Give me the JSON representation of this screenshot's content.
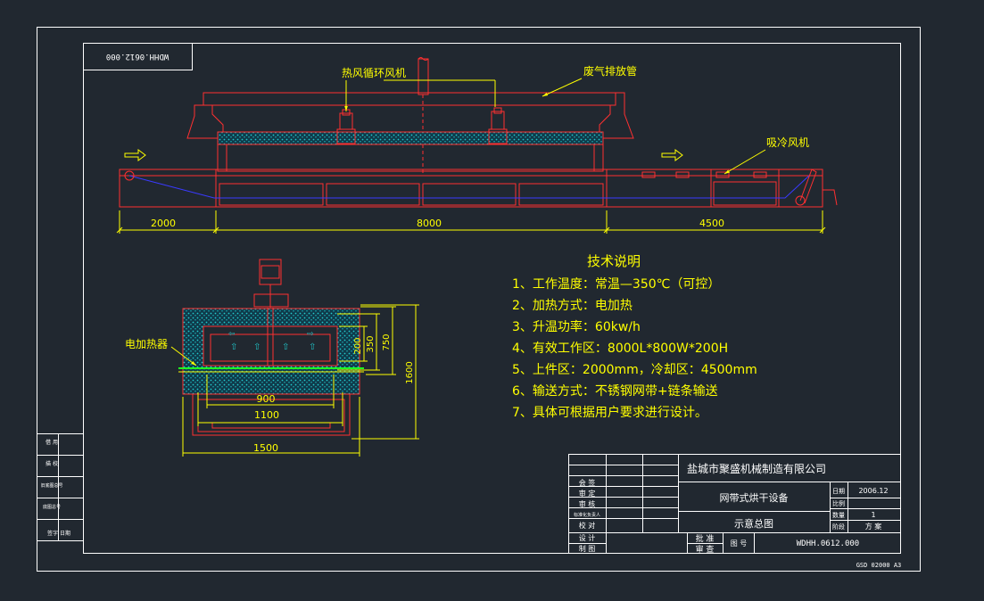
{
  "colors": {
    "background": "#212830",
    "frame": "#ffffff",
    "duct": "#ff2020",
    "equipment": "#ff3030",
    "insulation": "#21c4c8",
    "belt": "#3a3aff",
    "dimension": "#ffff00",
    "text_yellow": "#ffff00",
    "green": "#20ff20"
  },
  "drawing_number_stamp": "WDHH.0612.000",
  "labels": {
    "hot_air_fan": "热风循环风机",
    "exhaust_pipe": "废气排放管",
    "cooling_fan": "吸冷风机",
    "electric_heater": "电加热器"
  },
  "dimensions_top": {
    "feed": "2000",
    "work": "8000",
    "cool": "4500"
  },
  "dimensions_section": {
    "d900": "900",
    "d1100": "1100",
    "d1500": "1500",
    "d200": "200",
    "d350": "350",
    "d750": "750",
    "d1600": "1600"
  },
  "tech": {
    "title": "技术说明",
    "lines": [
      "1、工作温度：常温—350℃（可控）",
      "2、加热方式：电加热",
      "3、升温功率：60kw/h",
      "4、有效工作区：8000L*800W*200H",
      "5、上件区：2000mm，冷却区：4500mm",
      "6、输送方式：不锈钢网带+链条输送",
      "7、具体可根据用户要求进行设计。"
    ]
  },
  "left_stamp": {
    "rows": [
      "借 用",
      "描 校",
      "旧底图总号",
      "底图总号",
      "签字  日期"
    ]
  },
  "title_block": {
    "company": "盐城市聚盛机械制造有限公司",
    "product": "网带式烘干设备",
    "drawing": "示意总图",
    "date_label": "日期",
    "date_value": "2006.12",
    "scale_label": "比例",
    "scale_value": "",
    "qty_label": "数量",
    "qty_value": "1",
    "stage_label": "阶段",
    "stage_value": "方  案",
    "roles": [
      "会 签",
      "审 定",
      "审 核",
      "标准化负责人",
      "校 对",
      "设 计",
      "制 图"
    ],
    "approve": "批 准",
    "review": "审 查",
    "drawing_no_label": "图 号",
    "drawing_no": "WDHH.0612.000",
    "sheet_code": "GSD 02000 A3"
  }
}
